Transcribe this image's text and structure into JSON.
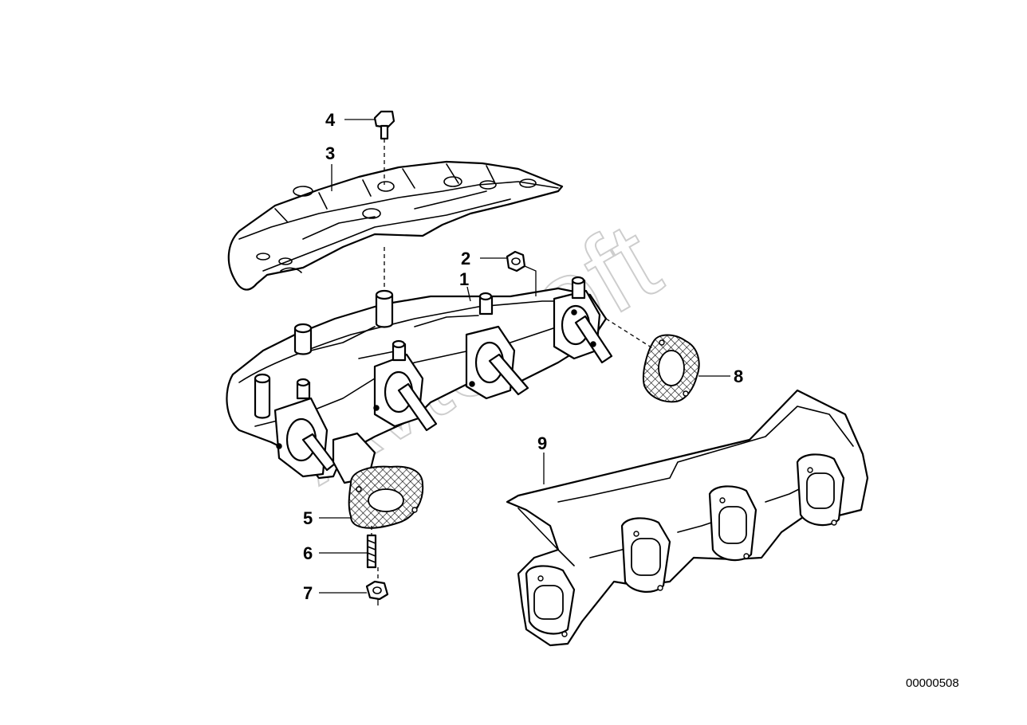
{
  "diagram": {
    "callouts": [
      {
        "id": "1",
        "label": "1"
      },
      {
        "id": "2",
        "label": "2"
      },
      {
        "id": "3",
        "label": "3"
      },
      {
        "id": "4",
        "label": "4"
      },
      {
        "id": "5",
        "label": "5"
      },
      {
        "id": "6",
        "label": "6"
      },
      {
        "id": "7",
        "label": "7"
      },
      {
        "id": "8",
        "label": "8"
      },
      {
        "id": "9",
        "label": "9"
      }
    ],
    "drawing_number": "00000508",
    "watermark": "Avtosoft"
  },
  "colors": {
    "line": "#000000",
    "background": "#ffffff",
    "watermark": "#bdbdbd"
  }
}
